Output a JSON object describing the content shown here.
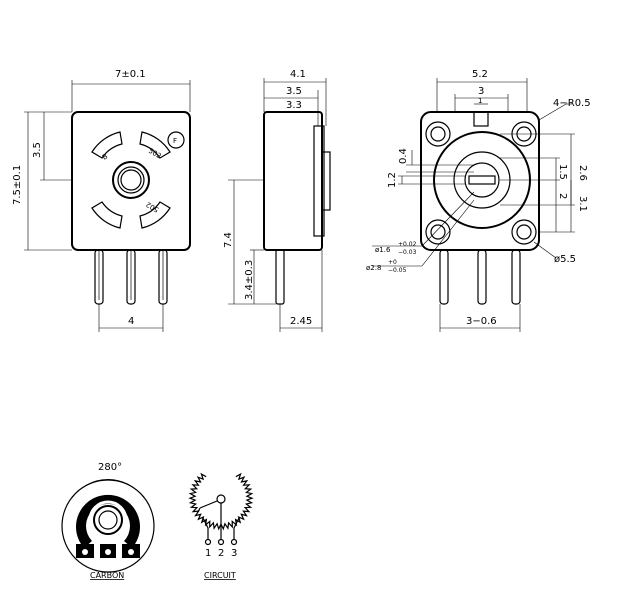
{
  "front_view": {
    "width": "7±0.1",
    "height": "7.5±0.1",
    "top_offset": "3.5",
    "pin_spacing": "4",
    "marks": {
      "b": "B",
      "serial_top": "502",
      "serial_bottom": "502",
      "logo": "F"
    }
  },
  "side_view": {
    "depth": "4.1",
    "body_depth": "3.5",
    "inner_depth": "3.3",
    "total_height": "7.4",
    "pin_length": "3.4±0.3",
    "pin_offset": "2.45"
  },
  "rear_view": {
    "width": "5.2",
    "slot_width": "3",
    "slot_inner": "1",
    "corner_radius": "4−R0.5",
    "offset_top": "0.4",
    "shaft_height": "1.2",
    "dim_right_a": "2.6",
    "dim_right_b": "1.5",
    "dim_right_c": "2",
    "dim_right_d": "3.1",
    "hole_small": "ø1.6",
    "hole_small_tol_plus": "+0.02",
    "hole_small_tol_minus": "−0.03",
    "hole_large": "ø2.8",
    "hole_large_tol_plus": "+0",
    "hole_large_tol_minus": "−0.05",
    "mount_hole": "ø5.5",
    "pin_spacing": "3−0.6"
  },
  "carbon": {
    "angle": "280°",
    "label": "CARBON"
  },
  "circuit": {
    "label": "CIRCUIT",
    "pins": [
      "1",
      "2",
      "3"
    ]
  }
}
